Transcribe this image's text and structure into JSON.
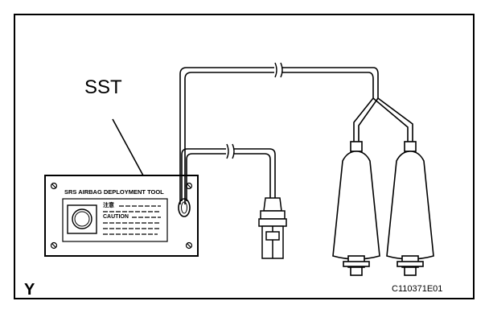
{
  "figure": {
    "callout_label": "SST",
    "view_letter": "Y",
    "figure_code": "C110371E01"
  },
  "tool_panel": {
    "title": "SRS AIRBAG DEPLOYMENT TOOL",
    "caution_jp": "注意",
    "caution_en": "CAUTION"
  },
  "colors": {
    "line": "#000000",
    "background": "#ffffff"
  }
}
